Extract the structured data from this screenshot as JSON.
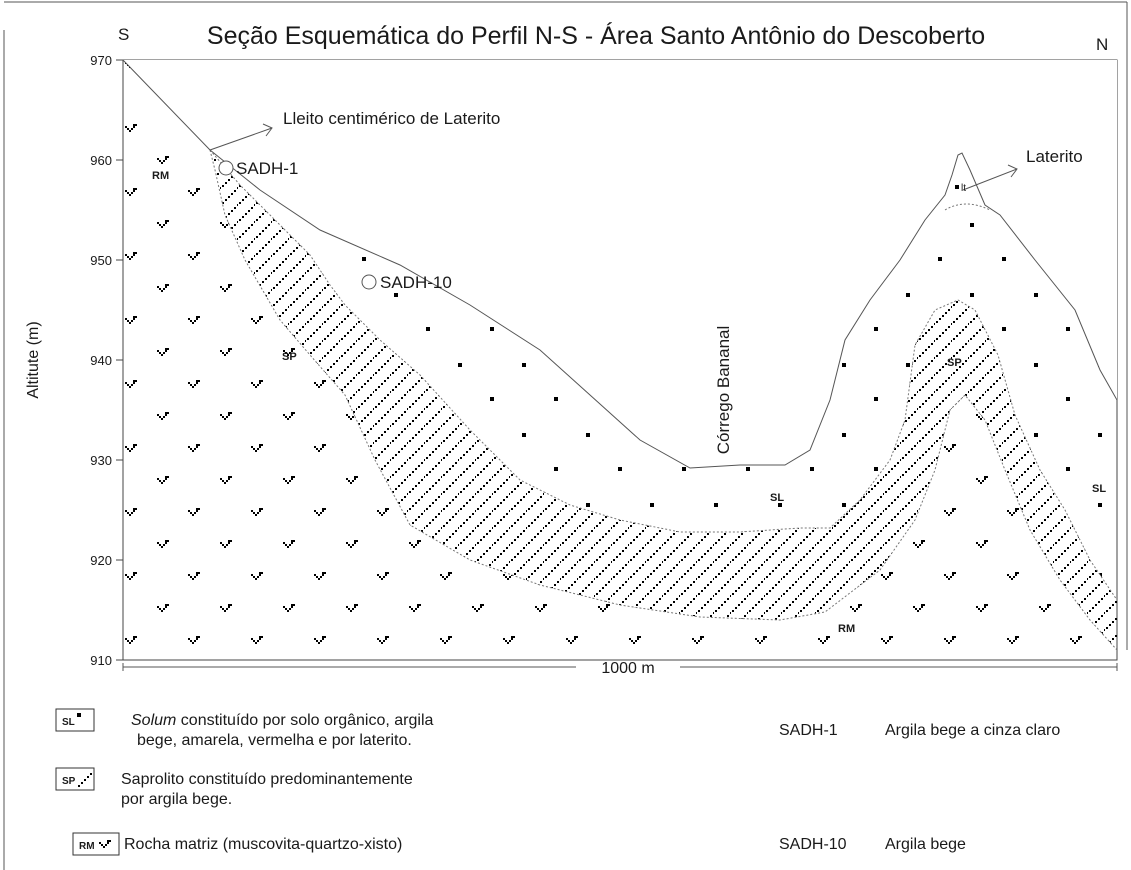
{
  "title": "Seção Esquemática do Perfil N-S - Área Santo Antônio do Descoberto",
  "direction_left": "S",
  "direction_right": "N",
  "y_axis": {
    "label": "Altitute (m)",
    "ticks": [
      "970",
      "960",
      "950",
      "940",
      "930",
      "920",
      "910"
    ]
  },
  "annotations": {
    "lleito": "Lleito centimérico de Laterito",
    "sadh1": "SADH-1",
    "sadh10": "SADH-10",
    "laterito": "Laterito",
    "lt": "lt",
    "corrego": "Córrego Bananal",
    "rm1": "RM",
    "rm2": "RM",
    "sp1": "SP",
    "sp2": "SP",
    "sl1": "SL",
    "sl2": "SL"
  },
  "scale_label": "1000 m",
  "legend": {
    "sl_code": "SL",
    "sl_text_em": "Solum",
    "sl_text_1": " constituído por solo orgânico, argila",
    "sl_text_2": "bege, amarela, vermelha e por laterito.",
    "sp_code": "SP",
    "sp_text_1": "Saprolito constituído predominantemente",
    "sp_text_2": "por argila bege.",
    "rm_code": "RM",
    "rm_text": "Rocha matriz (muscovita-quartzo-xisto)"
  },
  "samples": [
    {
      "name": "SADH-1",
      "description": "Argila bege a cinza claro"
    },
    {
      "name": "SADH-10",
      "description": "Argila bege"
    }
  ]
}
